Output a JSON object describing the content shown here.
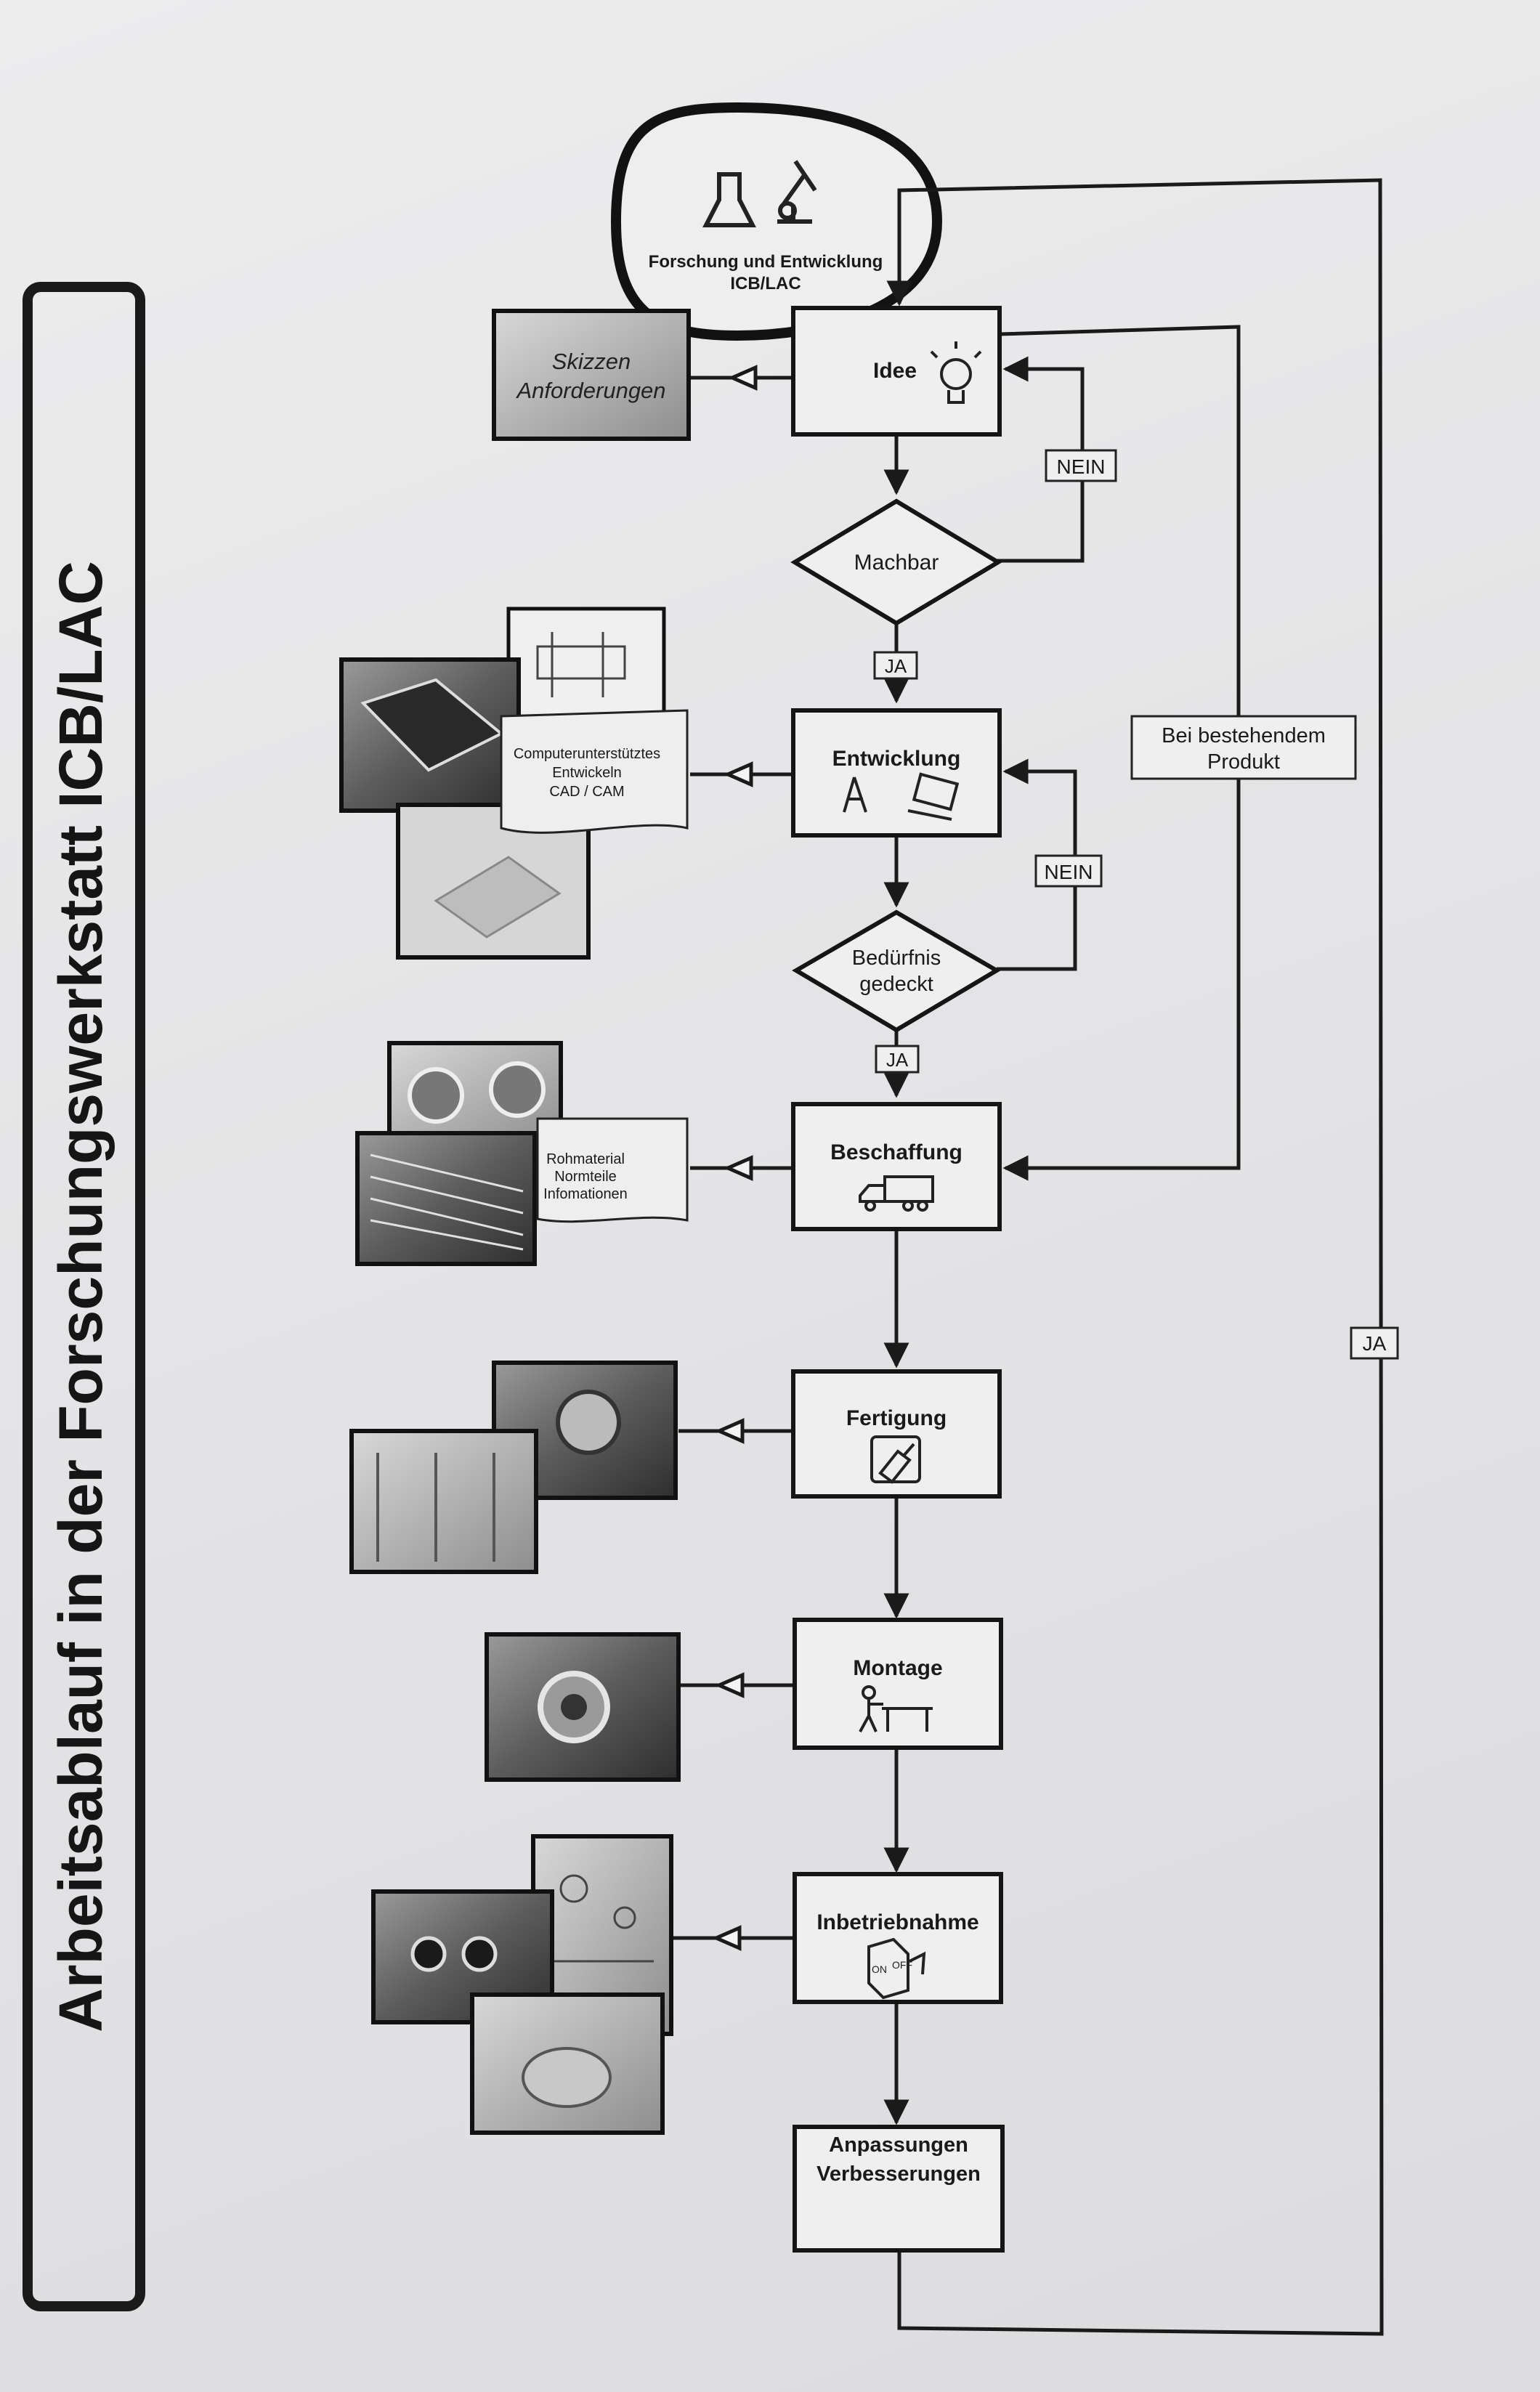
{
  "title": "Arbeitsablauf in der Forschungswerkstatt ICB/LAC",
  "start": {
    "line1": "Forschung und Entwicklung",
    "line2": "ICB/LAC",
    "icon": "lab-flask-microscope-icon"
  },
  "steps": [
    {
      "id": "idee",
      "label": "Idee",
      "icon": "lightbulb-icon"
    },
    {
      "id": "entwicklung",
      "label": "Entwicklung",
      "icon": "compass-laptop-icon"
    },
    {
      "id": "beschaffung",
      "label": "Beschaffung",
      "icon": "truck-icon"
    },
    {
      "id": "fertigung",
      "label": "Fertigung",
      "icon": "drill-icon"
    },
    {
      "id": "montage",
      "label": "Montage",
      "icon": "workbench-worker-icon"
    },
    {
      "id": "inbetriebnahme",
      "label": "Inbetriebnahme",
      "icon": "on-off-switch-icon"
    },
    {
      "id": "anpassungen",
      "label_line1": "Anpassungen",
      "label_line2": "Verbesserungen"
    }
  ],
  "decisions": [
    {
      "id": "machbar",
      "label": "Machbar",
      "yes": "JA",
      "no": "NEIN"
    },
    {
      "id": "beduerfnis",
      "label_line1": "Bedürfnis",
      "label_line2": "gedeckt",
      "yes": "JA",
      "no": "NEIN"
    }
  ],
  "side_notes": {
    "skizzen": {
      "line1": "Skizzen",
      "line2": "Anforderungen"
    },
    "cad": {
      "line1": "Computerunterstütztes",
      "line2": "Entwickeln",
      "line3": "CAD / CAM"
    },
    "rohmaterial": {
      "line1": "Rohmaterial",
      "line2": "Normteile",
      "line3": "Infomationen"
    }
  },
  "bypass": {
    "line1": "Bei bestehendem",
    "line2": "Produkt"
  },
  "loop_back_label": "JA"
}
